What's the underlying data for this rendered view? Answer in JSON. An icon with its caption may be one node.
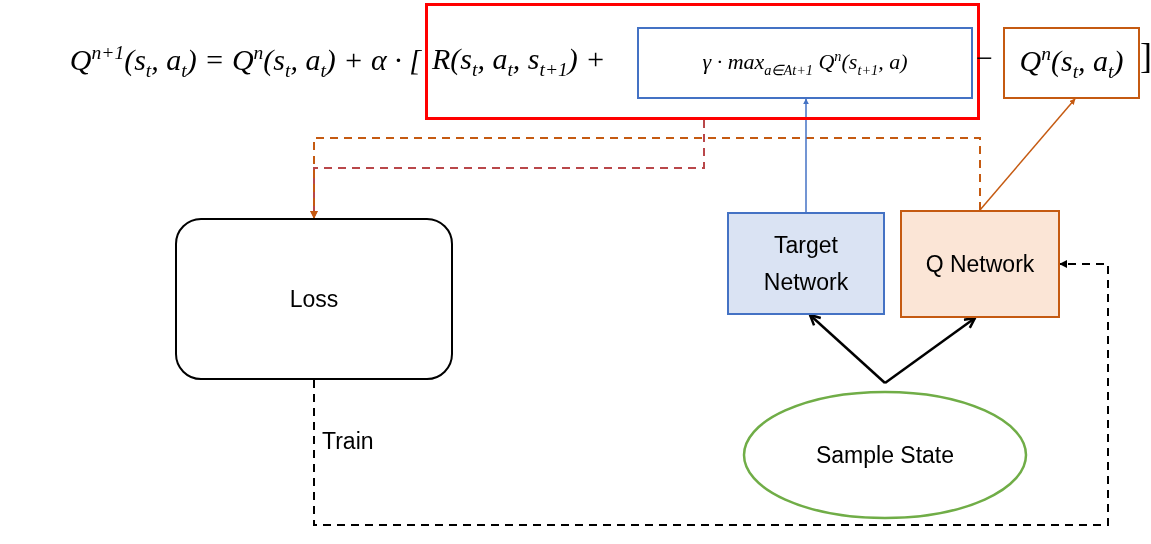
{
  "diagram": {
    "nodes": [
      {
        "text": [
          "R(s$_{t}$, a$_{t}$, s$_{t+1}$) +"
        ]
      },
      {
        "text": [
          "γ · max$_{a∈A}$$_{t+1}$ Q$^{n}$(s$_{t+1}$, a)"
        ],
        "in": 0
      },
      {
        "text": [
          "Q$^{n}$(s$_{t}$, a$_{t}$)"
        ]
      },
      {
        "text": [
          "Loss"
        ]
      },
      {
        "text": [
          "Target Network"
        ]
      },
      {
        "text": [
          "Q Network"
        ]
      },
      {
        "text": [
          "Sample State"
        ]
      }
    ],
    "edges": [
      {
        "from": 0,
        "to": 3,
        "arrow": "to",
        "style": "dashed",
        "color": "#b9474a"
      },
      {
        "from": 5,
        "to": 3,
        "arrow": "to",
        "style": "dashed",
        "color": "#c55a11"
      },
      {
        "from": 4,
        "to": 1,
        "arrow": "to",
        "color": "#4472c4"
      },
      {
        "from": 5,
        "to": 2,
        "arrow": "to",
        "color": "#c55a11"
      },
      {
        "from": 6,
        "to": 4,
        "arrow": "to"
      },
      {
        "from": 6,
        "to": 5,
        "arrow": "to"
      },
      {
        "from": 3,
        "to": 5,
        "arrow": "to",
        "style": "dashed",
        "label": "Train"
      }
    ],
    "labels": [
      "Q$^{n+1}$(s$_{t}$, a$_{t}$) = Q$^{n}$(s$_{t}$, a$_{t}$) + α · [",
      "−",
      "]"
    ]
  }
}
